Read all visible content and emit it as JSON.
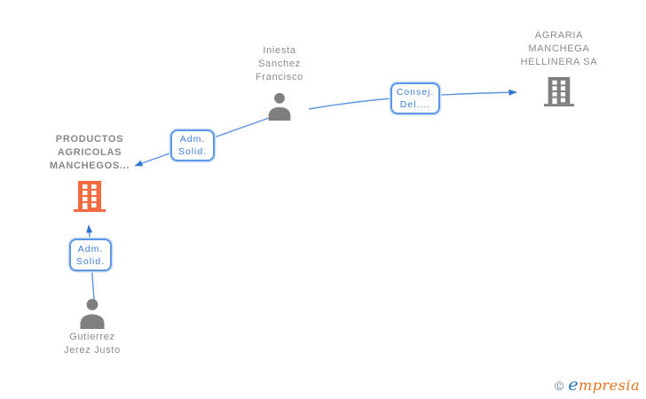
{
  "diagram": {
    "nodes": {
      "iniesta": {
        "type": "person",
        "label_lines": [
          "Iniesta",
          "Sanchez",
          "Francisco"
        ]
      },
      "agraria": {
        "type": "company",
        "label_lines": [
          "AGRARIA",
          "MANCHEGA",
          "HELLINERA SA"
        ]
      },
      "productos": {
        "type": "company",
        "label_lines": [
          "PRODUCTOS",
          "AGRICOLAS",
          "MANCHEGOS..."
        ]
      },
      "gutierrez": {
        "type": "person",
        "label_lines": [
          "Gutierrez",
          "Jerez Justo"
        ]
      }
    },
    "edges": [
      {
        "from": "iniesta",
        "to": "productos",
        "label_lines": [
          "Adm.",
          "Solid."
        ]
      },
      {
        "from": "iniesta",
        "to": "agraria",
        "label_lines": [
          "Consej.",
          "Del...."
        ]
      },
      {
        "from": "gutierrez",
        "to": "productos",
        "label_lines": [
          "Adm.",
          "Solid."
        ]
      }
    ],
    "colors": {
      "edge_blue": "#5b94e0",
      "arrow_blue": "#2f72d4",
      "label_border_blue": "#5b97e5",
      "label_text_blue": "#3f7fd6",
      "node_gray": "#7f7f7f",
      "company_orange": "#f26a3f",
      "text_gray": "#8b8b8b"
    }
  },
  "footer": {
    "copyright_symbol": "©",
    "brand_initial": "e",
    "brand_rest": "mpresia"
  }
}
